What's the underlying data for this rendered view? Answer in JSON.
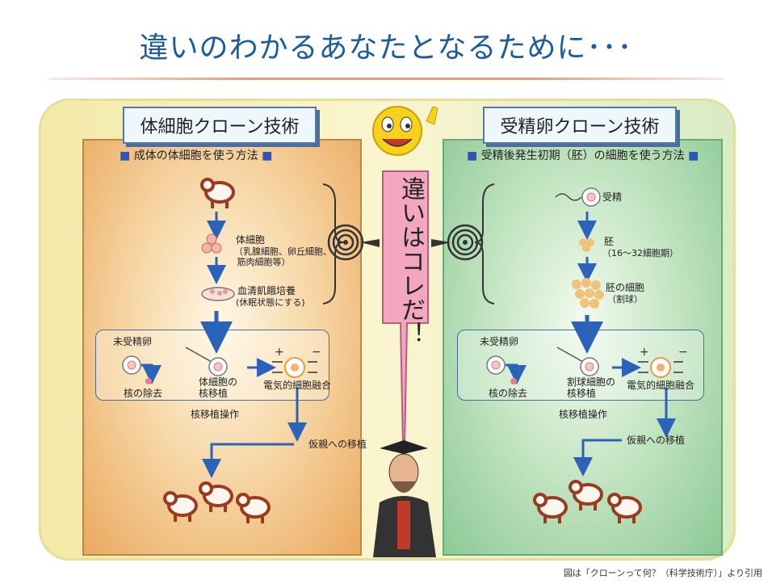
{
  "title": "違いのわかるあなたとなるために･･･",
  "left": {
    "label": "体細胞クローン技術",
    "subhead": "成体の体細胞を使う方法",
    "somatic_cell": "体細胞",
    "somatic_types": "（乳腺細胞、卵丘細胞、\n 筋肉細胞等）",
    "culture": "血清飢餓培養",
    "culture_note": "(休眠状態にする)",
    "unfertilized_egg": "未受精卵",
    "enucleation": "核の除去",
    "nuclear_transfer": "体細胞の\n核移植",
    "fusion": "電気的細胞融合",
    "operation": "核移植操作",
    "transfer": "仮親への移植"
  },
  "right": {
    "label": "受精卵クローン技術",
    "subhead": "受精後発生初期（胚）の細胞を使う方法",
    "fertilization": "受精",
    "embryo": "胚",
    "embryo_stage": "（16～32細胞期）",
    "embryo_cells": "胚の細胞",
    "blastomere": "（割球）",
    "unfertilized_egg": "未受精卵",
    "enucleation": "核の除去",
    "nuclear_transfer": "割球細胞の\n核移植",
    "fusion": "電気的細胞融合",
    "operation": "核移植操作",
    "transfer": "仮親への移植"
  },
  "banner": "違いはコレだ！",
  "footer": "図は「クローンって何？（科学技術庁）」より引用",
  "colors": {
    "title": "#1c5c9c",
    "arrow": "#2a63b8",
    "banner": "#f2a6c0",
    "sheep": "#9a3a1e"
  }
}
